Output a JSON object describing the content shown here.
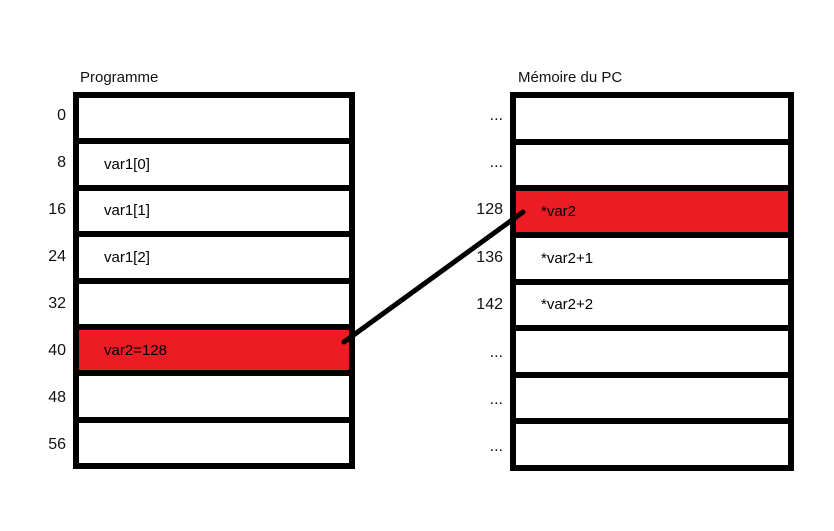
{
  "tables": {
    "left": {
      "title": "Programme",
      "addresses": [
        "0",
        "8",
        "16",
        "24",
        "32",
        "40",
        "48",
        "56"
      ],
      "rows": [
        {
          "content": ""
        },
        {
          "content": "var1[0]"
        },
        {
          "content": "var1[1]"
        },
        {
          "content": "var1[2]"
        },
        {
          "content": ""
        },
        {
          "content": "var2=128",
          "highlighted": true
        },
        {
          "content": ""
        },
        {
          "content": ""
        }
      ]
    },
    "right": {
      "title": "Mémoire du PC",
      "addresses": [
        "...",
        "...",
        "128",
        "136",
        "142",
        "...",
        "...",
        "..."
      ],
      "rows": [
        {
          "content": ""
        },
        {
          "content": ""
        },
        {
          "content": "*var2",
          "highlighted": true
        },
        {
          "content": "*var2+1"
        },
        {
          "content": "*var2+2"
        },
        {
          "content": ""
        },
        {
          "content": ""
        },
        {
          "content": ""
        }
      ]
    }
  },
  "pointer": {
    "from": "var2=128",
    "to": "*var2"
  },
  "colors": {
    "highlight": "#ed1c24",
    "line": "#000000",
    "border": "#000000",
    "background": "#ffffff"
  }
}
